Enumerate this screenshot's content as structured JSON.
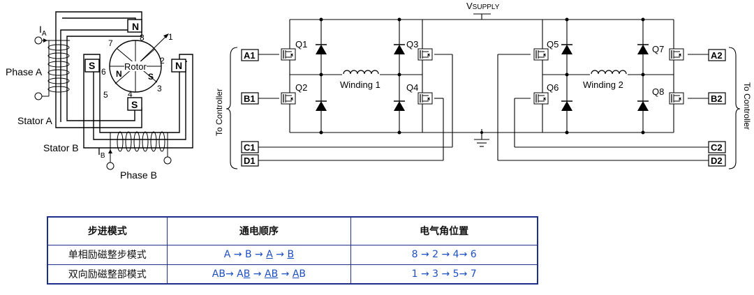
{
  "diagram": {
    "stator_a": "Stator A",
    "stator_b": "Stator B",
    "phase_a": "Phase A",
    "phase_b": "Phase B",
    "current_a_main": "I",
    "current_a_sub": "A",
    "current_b_main": "I",
    "current_b_sub": "B",
    "rotor": "Rotor",
    "pole_n": "N",
    "pole_s": "S",
    "positions": [
      "1",
      "2",
      "3",
      "4",
      "5",
      "6",
      "7",
      "8"
    ],
    "supply_main": "V",
    "supply_sub": "SUPPLY",
    "winding_1": "Winding 1",
    "winding_2": "Winding 2",
    "to_controller": "To Controller",
    "transistors": [
      "Q1",
      "Q2",
      "Q3",
      "Q4",
      "Q5",
      "Q6",
      "Q7",
      "Q8"
    ],
    "terminals_left": [
      "A1",
      "B1",
      "C1",
      "D1"
    ],
    "terminals_right": [
      "A2",
      "B2",
      "C2",
      "D2"
    ]
  },
  "table": {
    "headers": [
      "步进模式",
      "通电顺序",
      "电气角位置"
    ],
    "rows": [
      {
        "mode": "单相励磁整步模式",
        "sequence_html": "A → B → <span class=\"bar\">A</span> → <span class=\"bar\">B</span>",
        "positions": "8 → 2 → 4→ 6"
      },
      {
        "mode": "双向励磁整部模式",
        "sequence_html": "AB→ A<span class=\"bar\">B</span> → <span class=\"bar\">AB</span> → <span class=\"bar\">A</span>B",
        "positions": "1 → 3 → 5→ 7"
      }
    ]
  },
  "colors": {
    "table_border": "#1e2f8a",
    "sequence_text": "#1d4fc4",
    "line": "#000000"
  }
}
